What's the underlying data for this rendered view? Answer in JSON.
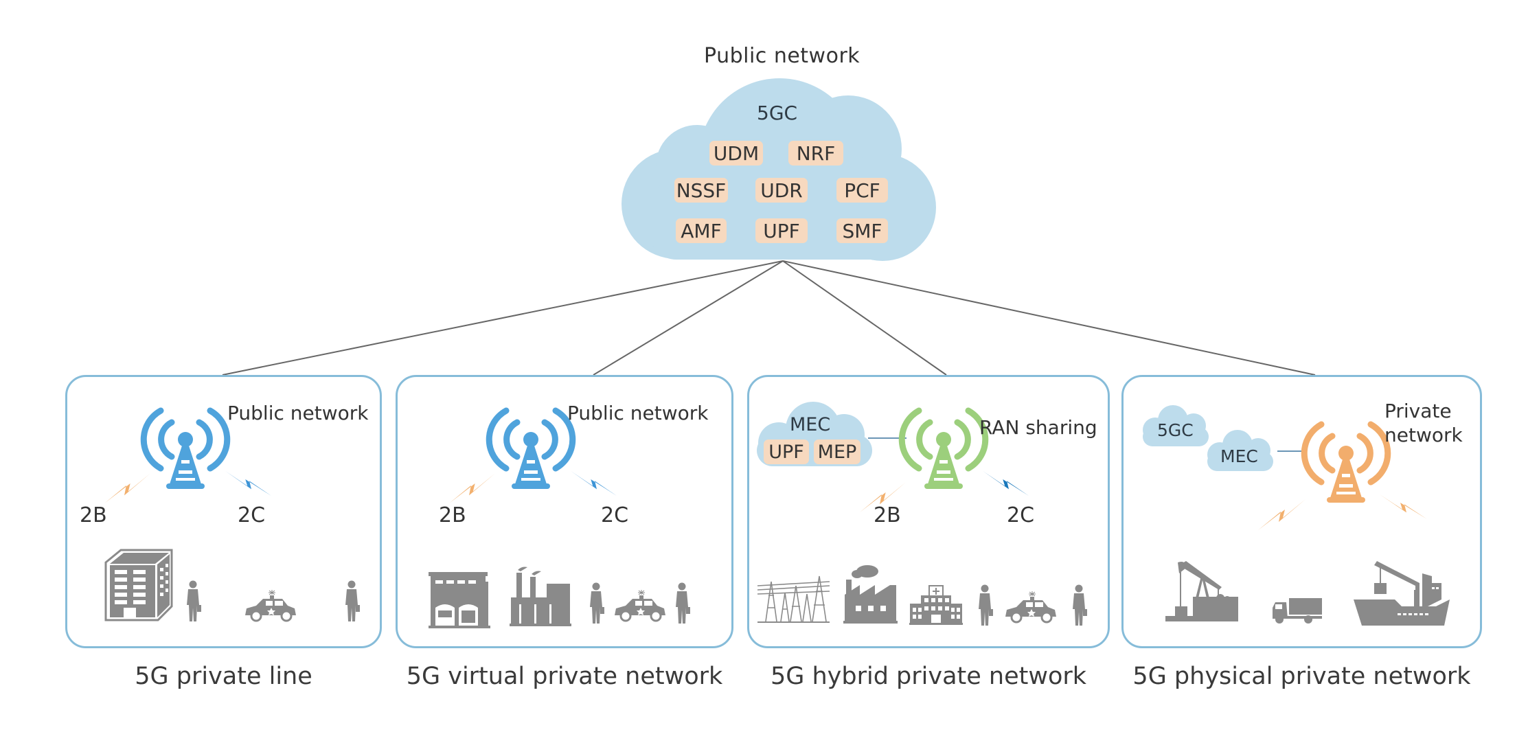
{
  "core": {
    "title": "Public network",
    "cloud_label": "5GC",
    "functions": [
      "UDM",
      "NRF",
      "NSSF",
      "UDR",
      "PCF",
      "AMF",
      "UPF",
      "SMF"
    ],
    "cloud_color": "#bddcec",
    "chip_color": "#f7d9bf"
  },
  "link_color": "#666666",
  "panels": [
    {
      "caption": "5G private line",
      "network_label": "Public network",
      "tower_color": "#4fa3dc",
      "link_2b": "2B",
      "link_2c": "2C",
      "terminals": [
        "office-building-icon",
        "person-icon",
        "police-car-icon",
        "person-icon"
      ]
    },
    {
      "caption": "5G virtual private network",
      "network_label": "Public network",
      "tower_color": "#4fa3dc",
      "link_2b": "2B",
      "link_2c": "2C",
      "terminals": [
        "fire-station-icon",
        "factory-icon",
        "person-icon",
        "police-car-icon",
        "person-icon"
      ]
    },
    {
      "caption": "5G hybrid private network",
      "network_label": "RAN sharing",
      "tower_color": "#9ccf7c",
      "link_2b": "2B",
      "link_2c": "2C",
      "edge_cloud": {
        "label": "MEC",
        "functions": [
          "UPF",
          "MEP"
        ]
      },
      "terminals": [
        "power-towers-icon",
        "factory-icon",
        "hospital-icon",
        "person-icon",
        "police-car-icon",
        "person-icon"
      ]
    },
    {
      "caption": "5G physical private network",
      "network_label_line1": "Private",
      "network_label_line2": "network",
      "tower_color": "#f2ad6c",
      "clouds": [
        "5GC",
        "MEC"
      ],
      "terminals": [
        "oil-pump-icon",
        "truck-icon",
        "cargo-ship-icon"
      ]
    }
  ],
  "colors": {
    "panel_border": "#86bcd9",
    "bolt_2b": "#f2b06e",
    "bolt_2c": "#3d94d6",
    "bolt_2c_dark": "#1a78bb",
    "terminal_gray": "#8a8a8a"
  }
}
